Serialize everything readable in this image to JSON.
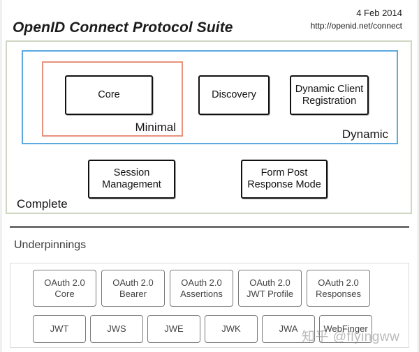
{
  "header": {
    "title": "OpenID Connect Protocol Suite",
    "date": "4 Feb 2014",
    "url": "http://openid.net/connect"
  },
  "colors": {
    "complete_border": "#cfd6c1",
    "dynamic_border": "#5aaae0",
    "minimal_border": "#e8927c",
    "spec_border": "#111111",
    "underpinning_border": "#7a7a7a",
    "divider": "#6f6f6f",
    "background": "#ffffff"
  },
  "suite": {
    "groups": {
      "complete_label": "Complete",
      "dynamic_label": "Dynamic",
      "minimal_label": "Minimal"
    },
    "specs": {
      "core": "Core",
      "discovery": "Discovery",
      "dynamic_client_registration_line1": "Dynamic Client",
      "dynamic_client_registration_line2": "Registration",
      "session_management_line1": "Session",
      "session_management_line2": "Management",
      "form_post_line1": "Form Post",
      "form_post_line2": "Response Mode"
    }
  },
  "underpinnings": {
    "title": "Underpinnings",
    "row1": [
      {
        "line1": "OAuth 2.0",
        "line2": "Core"
      },
      {
        "line1": "OAuth 2.0",
        "line2": "Bearer"
      },
      {
        "line1": "OAuth 2.0",
        "line2": "Assertions"
      },
      {
        "line1": "OAuth 2.0",
        "line2": "JWT Profile"
      },
      {
        "line1": "OAuth 2.0",
        "line2": "Responses"
      }
    ],
    "row2": [
      {
        "line1": "JWT"
      },
      {
        "line1": "JWS"
      },
      {
        "line1": "JWE"
      },
      {
        "line1": "JWK"
      },
      {
        "line1": "JWA"
      },
      {
        "line1": "WebFinger"
      }
    ]
  },
  "watermark": {
    "text": "知乎 @flyingww"
  }
}
